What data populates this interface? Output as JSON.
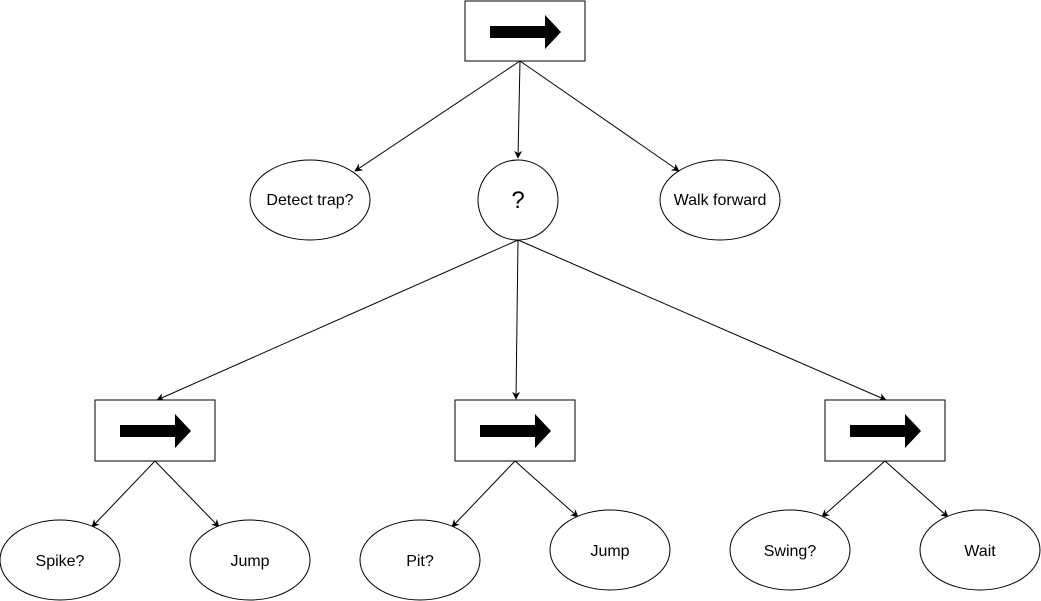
{
  "diagram": {
    "type": "behavior-tree",
    "colors": {
      "stroke": "#000000",
      "fill": "#ffffff",
      "arrow": "#000000"
    },
    "root": {
      "kind": "sequence",
      "icon": "right-arrow-icon"
    },
    "level1": {
      "detect_trap": "Detect trap?",
      "selector": "?",
      "walk_forward": "Walk forward"
    },
    "level2": [
      {
        "kind": "sequence",
        "icon": "right-arrow-icon",
        "condition": "Spike?",
        "action": "Jump"
      },
      {
        "kind": "sequence",
        "icon": "right-arrow-icon",
        "condition": "Pit?",
        "action": "Jump"
      },
      {
        "kind": "sequence",
        "icon": "right-arrow-icon",
        "condition": "Swing?",
        "action": "Wait"
      }
    ]
  }
}
